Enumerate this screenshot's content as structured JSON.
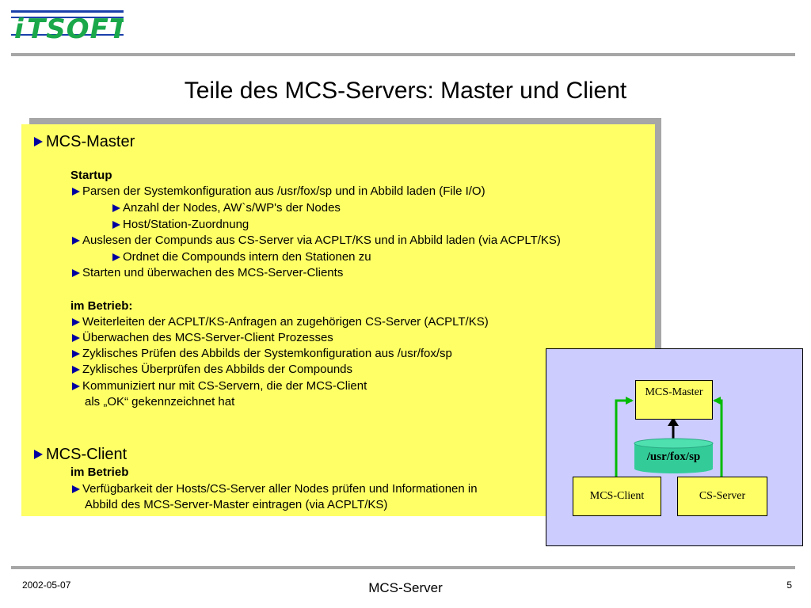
{
  "logo": {
    "text": "iTSOFT",
    "colors": {
      "green": "#1aa84a",
      "blue": "#1a3faa"
    }
  },
  "title": "Teile des MCS-Servers: Master und Client",
  "panel": {
    "lines": [
      "MCS-Master",
      "Startup",
      "Parsen der Systemkonfiguration aus /usr/fox/sp und in Abbild laden (File I/O)",
      "Anzahl der Nodes, AW`s/WP's der Nodes",
      "Host/Station-Zuordnung",
      "Auslesen der Compunds aus CS-Server via ACPLT/KS und in Abbild laden (via ACPLT/KS)",
      "Ordnet die Compounds intern den Stationen zu",
      "Starten und überwachen des MCS-Server-Clients",
      "im Betrieb:",
      "Weiterleiten der ACPLT/KS-Anfragen an zugehörigen CS-Server (ACPLT/KS)",
      "Überwachen des MCS-Server-Client Prozesses",
      "Zyklisches Prüfen des Abbilds der Systemkonfiguration aus /usr/fox/sp",
      "Zyklisches Überprüfen des Abbilds der Compounds",
      "Kommuniziert nur mit CS-Servern, die der MCS-Client",
      "als „OK“ gekennzeichnet hat",
      "MCS-Client",
      "im Betrieb",
      "Verfügbarkeit der Hosts/CS-Server aller Nodes prüfen und Informationen in",
      "Abbild des MCS-Server-Master eintragen (via ACPLT/KS)"
    ]
  },
  "diagram": {
    "master": "MCS-Master",
    "db": "/usr/fox/sp",
    "client": "MCS-Client",
    "server": "CS-Server",
    "colors": {
      "background": "#ccccff",
      "box": "#ffff66",
      "arrow_green": "#00bb00",
      "db": "#33cc99"
    }
  },
  "footer": {
    "date": "2002-05-07",
    "center": "MCS-Server",
    "page": "5"
  }
}
